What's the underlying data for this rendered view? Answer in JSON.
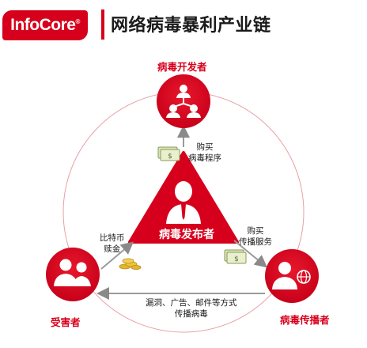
{
  "header": {
    "logo": "InfoCore",
    "title": "网络病毒暴利产业链"
  },
  "nodes": {
    "developer": "病毒开发者",
    "publisher": "病毒发布者",
    "spreader": "病毒传播者",
    "victim": "受害者"
  },
  "edges": {
    "buy_program": [
      "购买",
      "病毒程序"
    ],
    "buy_service": [
      "购买",
      "传播服务"
    ],
    "bitcoin_ransom": [
      "比特币",
      "赎金"
    ],
    "spread_methods": [
      "漏洞、广告、邮件等方式",
      "传播病毒"
    ]
  },
  "colors": {
    "accent": "#d7001c",
    "ring": "#e9a0a6",
    "arrow": "#9a9a9a"
  }
}
